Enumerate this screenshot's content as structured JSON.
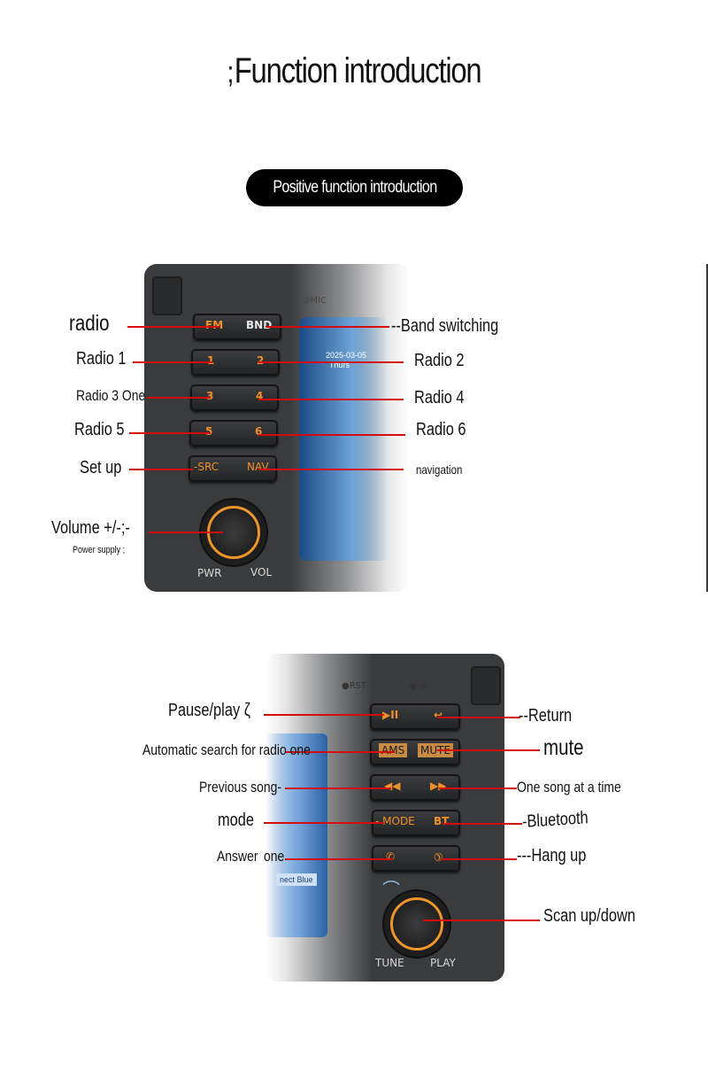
{
  "title": "Function introduction",
  "title_mark": ";",
  "section_pill": "Positive function introduction",
  "panel1": {
    "mic_label": "MIC",
    "buttons": [
      {
        "left": "FM",
        "right": "BND"
      },
      {
        "left": "1",
        "right": "2"
      },
      {
        "left": "3",
        "right": "4"
      },
      {
        "left": "5",
        "right": "6"
      },
      {
        "left": "-SRC",
        "right": "NAV"
      }
    ],
    "knob_left_label": "PWR",
    "knob_right_label": "VOL",
    "screen_date": "2025-03-05",
    "screen_day": "Thurs",
    "labels_left": [
      "radio",
      "Radio 1",
      "Radio 3 One",
      "Radio 5",
      "Set up",
      "Volume +/-;-",
      "Power supply ;"
    ],
    "labels_right": [
      "--Band switching",
      "Radio 2",
      "Radio 4",
      "Radio 6",
      "navigation"
    ]
  },
  "panel2": {
    "rst_label": "RST",
    "ir_label": "IR",
    "buttons": [
      {
        "left": "▶II",
        "right": "↩"
      },
      {
        "left": "AMS",
        "right": "MUTE"
      },
      {
        "left": "◀◀",
        "right": "▶▶"
      },
      {
        "left": "- MODE",
        "right": "BT"
      },
      {
        "left": "✆",
        "right": "✆"
      }
    ],
    "knob_left_label": "TUNE",
    "knob_right_label": "PLAY",
    "screen_text": "nect Blue",
    "labels_left": [
      "Pause/play ζ",
      "Automatic search for radio one",
      "Previous song-",
      "mode",
      "Answer",
      "one"
    ],
    "labels_right": [
      "--Return",
      "mute",
      "One song at a time",
      "-Bluetooth",
      "---Hang up",
      "Scan up/down"
    ]
  },
  "colors": {
    "accent_orange": "#f0902a",
    "line_red": "#d40c0c",
    "panel_dark": "#3a3b3d",
    "pill_bg": "#000000"
  }
}
